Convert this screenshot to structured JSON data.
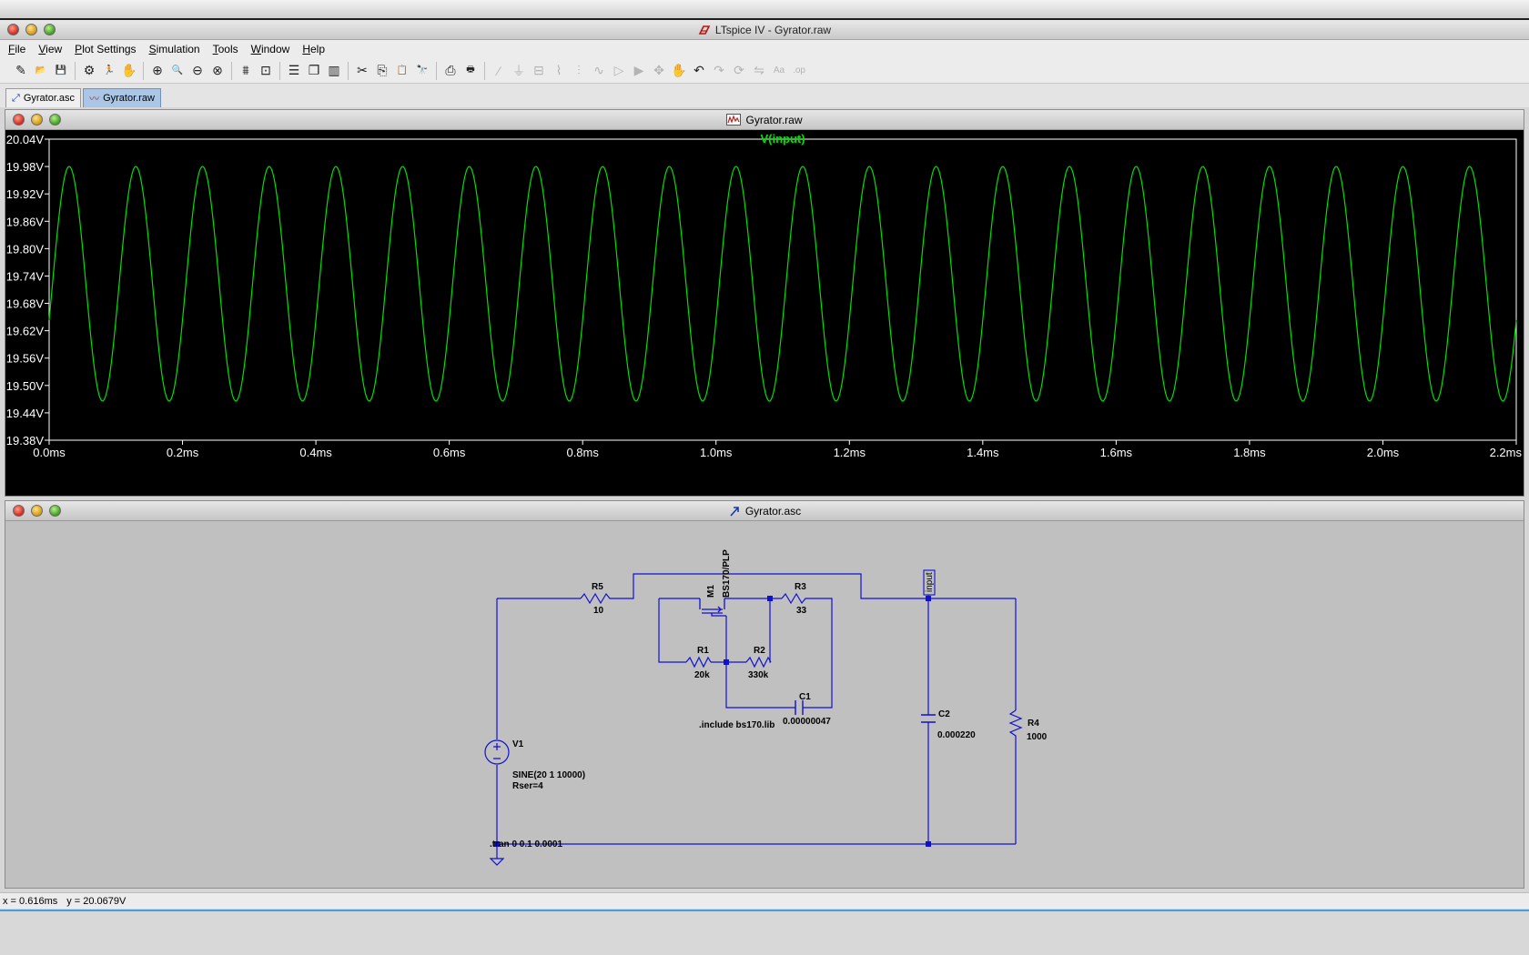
{
  "app": {
    "title": "LTspice IV - Gyrator.raw"
  },
  "menu": [
    {
      "label": "File",
      "u": "F",
      "rest": "ile"
    },
    {
      "label": "View",
      "u": "V",
      "rest": "iew"
    },
    {
      "label": "Plot Settings",
      "u": "P",
      "rest": "lot Settings"
    },
    {
      "label": "Simulation",
      "u": "S",
      "rest": "imulation"
    },
    {
      "label": "Tools",
      "u": "T",
      "rest": "ools"
    },
    {
      "label": "Window",
      "u": "W",
      "rest": "indow"
    },
    {
      "label": "Help",
      "u": "H",
      "rest": "elp"
    }
  ],
  "toolbar_icons": [
    {
      "name": "new-schematic-icon",
      "glyph": "✎",
      "enabled": true
    },
    {
      "name": "open-icon",
      "glyph": "📂",
      "enabled": true
    },
    {
      "name": "save-icon",
      "glyph": "💾",
      "enabled": true
    },
    {
      "sep": true
    },
    {
      "name": "control-panel-icon",
      "glyph": "⚙",
      "enabled": true
    },
    {
      "name": "run-icon",
      "glyph": "🏃",
      "enabled": true
    },
    {
      "name": "pan-icon",
      "glyph": "✋",
      "enabled": false
    },
    {
      "sep": true
    },
    {
      "name": "zoom-in-icon",
      "glyph": "⊕",
      "enabled": true
    },
    {
      "name": "zoom-pan-icon",
      "glyph": "🔍",
      "enabled": true
    },
    {
      "name": "zoom-out-icon",
      "glyph": "⊖",
      "enabled": true
    },
    {
      "name": "zoom-fit-icon",
      "glyph": "⊗",
      "enabled": true
    },
    {
      "sep": true
    },
    {
      "name": "autorange-icon",
      "glyph": "⩩",
      "enabled": true
    },
    {
      "name": "delete-trace-icon",
      "glyph": "⊡",
      "enabled": true
    },
    {
      "sep": true
    },
    {
      "name": "tile-horizontal-icon",
      "glyph": "☰",
      "enabled": true
    },
    {
      "name": "cascade-icon",
      "glyph": "❐",
      "enabled": true
    },
    {
      "name": "tile-vertical-icon",
      "glyph": "▥",
      "enabled": true
    },
    {
      "sep": true
    },
    {
      "name": "cut-icon",
      "glyph": "✂",
      "enabled": true
    },
    {
      "name": "copy-icon",
      "glyph": "⎘",
      "enabled": true
    },
    {
      "name": "paste-icon",
      "glyph": "📋",
      "enabled": true
    },
    {
      "name": "find-icon",
      "glyph": "🔭",
      "enabled": true
    },
    {
      "sep": true
    },
    {
      "name": "print-setup-icon",
      "glyph": "⎙",
      "enabled": true
    },
    {
      "name": "print-icon",
      "glyph": "🖶",
      "enabled": true
    },
    {
      "sep": true
    },
    {
      "name": "draw-wire-icon",
      "glyph": "∕",
      "enabled": false
    },
    {
      "name": "ground-icon",
      "glyph": "⏚",
      "enabled": false
    },
    {
      "name": "label-net-icon",
      "glyph": "⊟",
      "enabled": false
    },
    {
      "name": "resistor-icon",
      "glyph": "⌇",
      "enabled": false
    },
    {
      "name": "capacitor-icon",
      "glyph": "⫶",
      "enabled": false
    },
    {
      "name": "inductor-icon",
      "glyph": "∿",
      "enabled": false
    },
    {
      "name": "diode-icon",
      "glyph": "▷",
      "enabled": false
    },
    {
      "name": "component-icon",
      "glyph": "▶",
      "enabled": false
    },
    {
      "name": "move-icon",
      "glyph": "✥",
      "enabled": false
    },
    {
      "name": "drag-icon",
      "glyph": "✋",
      "enabled": false
    },
    {
      "name": "undo-icon",
      "glyph": "↶",
      "enabled": true
    },
    {
      "name": "redo-icon",
      "glyph": "↷",
      "enabled": false
    },
    {
      "name": "rotate-icon",
      "glyph": "⟳",
      "enabled": false
    },
    {
      "name": "mirror-icon",
      "glyph": "⇋",
      "enabled": false
    },
    {
      "name": "text-icon",
      "glyph": "Aa",
      "enabled": false
    },
    {
      "name": "spice-directive-icon",
      "glyph": ".op",
      "enabled": false
    }
  ],
  "tabs": [
    {
      "label": "Gyrator.asc",
      "active": false
    },
    {
      "label": "Gyrator.raw",
      "active": true
    }
  ],
  "plot_window": {
    "title": "Gyrator.raw",
    "trace_label": "V(input)",
    "trace_color": "#00e000"
  },
  "chart_data": {
    "type": "line",
    "series": [
      {
        "name": "V(input)",
        "color": "#00e000",
        "function": "sine",
        "offset_v": 19.723,
        "amplitude_v": 0.257,
        "frequency_hz": 10000,
        "first_peak_ms": 0.03,
        "t_start_ms": 0.0,
        "t_end_ms": 2.2
      }
    ],
    "xlim": [
      0.0,
      2.2
    ],
    "ylim": [
      19.38,
      20.04
    ],
    "x_ticks": [
      "0.0ms",
      "0.2ms",
      "0.4ms",
      "0.6ms",
      "0.8ms",
      "1.0ms",
      "1.2ms",
      "1.4ms",
      "1.6ms",
      "1.8ms",
      "2.0ms",
      "2.2ms"
    ],
    "y_ticks": [
      "20.04V",
      "19.98V",
      "19.92V",
      "19.86V",
      "19.80V",
      "19.74V",
      "19.68V",
      "19.62V",
      "19.56V",
      "19.50V",
      "19.44V",
      "19.38V"
    ],
    "background": "#000000",
    "grid": false
  },
  "schematic_window": {
    "title": "Gyrator.asc",
    "wire_color": "#1010d0",
    "components": {
      "R5": {
        "name": "R5",
        "value": "10"
      },
      "R3": {
        "name": "R3",
        "value": "33"
      },
      "R1": {
        "name": "R1",
        "value": "20k"
      },
      "R2": {
        "name": "R2",
        "value": "330k"
      },
      "C1": {
        "name": "C1",
        "value": "0.00000047"
      },
      "C2": {
        "name": "C2",
        "value": "0.000220"
      },
      "R4": {
        "name": "R4",
        "value": "1000"
      },
      "M1": {
        "name": "M1",
        "value": "BS170/PLP"
      },
      "V1": {
        "name": "V1",
        "value1": "SINE(20 1 10000)",
        "value2": "Rser=4"
      }
    },
    "net_label": "input",
    "directives": {
      "include": ".include bs170.lib",
      "tran": ".tran 0 0.1 0.0001"
    }
  },
  "status": {
    "x": "x = 0.616ms",
    "y": "y = 20.0679V"
  }
}
